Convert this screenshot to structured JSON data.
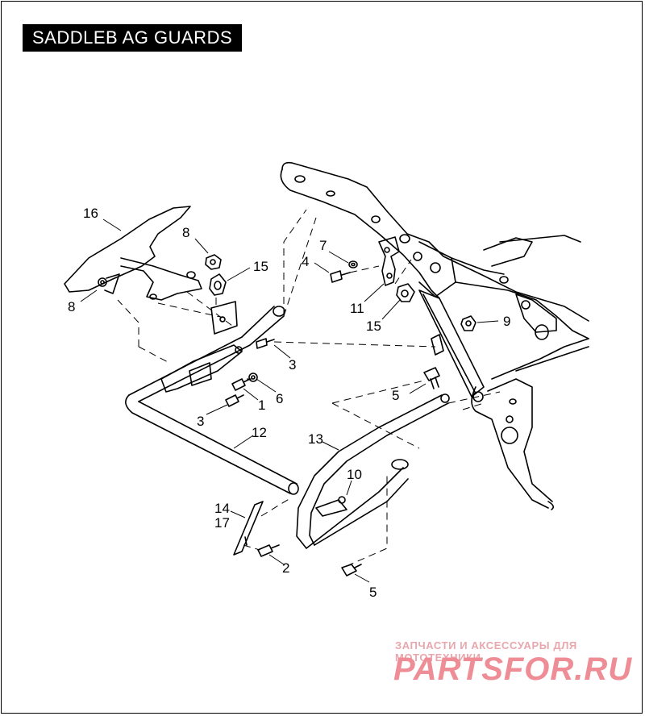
{
  "title": "SADDLEB AG GUARDS",
  "callouts": [
    {
      "id": "c16a",
      "text": "16"
    },
    {
      "id": "c8a",
      "text": "8"
    },
    {
      "id": "c8b",
      "text": "8"
    },
    {
      "id": "c15a",
      "text": "15"
    },
    {
      "id": "c7",
      "text": "7"
    },
    {
      "id": "c4",
      "text": "4"
    },
    {
      "id": "c11",
      "text": "11"
    },
    {
      "id": "c15b",
      "text": "15"
    },
    {
      "id": "c9",
      "text": "9"
    },
    {
      "id": "c3a",
      "text": "3"
    },
    {
      "id": "c6",
      "text": "6"
    },
    {
      "id": "c1",
      "text": "1"
    },
    {
      "id": "c3b",
      "text": "3"
    },
    {
      "id": "c5a",
      "text": "5"
    },
    {
      "id": "c12",
      "text": "12"
    },
    {
      "id": "c13",
      "text": "13"
    },
    {
      "id": "c10",
      "text": "10"
    },
    {
      "id": "c14",
      "text": "14"
    },
    {
      "id": "c17",
      "text": "17"
    },
    {
      "id": "c2",
      "text": "2"
    },
    {
      "id": "c5b",
      "text": "5"
    }
  ],
  "watermark": {
    "tagline": "ЗАПЧАСТИ И АКСЕССУАРЫ ДЛЯ МОТОТЕХНИКИ",
    "logo": "PARTSFOR.RU"
  }
}
